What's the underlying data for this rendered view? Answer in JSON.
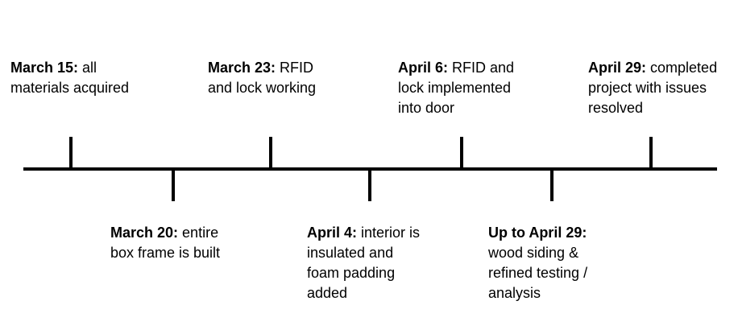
{
  "timeline": {
    "events": [
      {
        "date": "March 15:",
        "lines": [
          " all",
          "materials acquired"
        ]
      },
      {
        "date": "March 20:",
        "lines": [
          " entire",
          "box frame is built"
        ]
      },
      {
        "date": "March 23:",
        "lines": [
          " RFID",
          "and lock working"
        ]
      },
      {
        "date": "April 4:",
        "lines": [
          " interior is",
          "insulated and",
          "foam padding",
          "added"
        ]
      },
      {
        "date": "April 6:",
        "lines": [
          " RFID and",
          "lock implemented",
          "into door"
        ]
      },
      {
        "date": "Up to April 29:",
        "lines": [
          "",
          "wood siding &",
          "refined testing /",
          "analysis"
        ]
      },
      {
        "date": "April 29:",
        "lines": [
          " completed",
          "project with issues",
          "resolved"
        ]
      }
    ]
  }
}
